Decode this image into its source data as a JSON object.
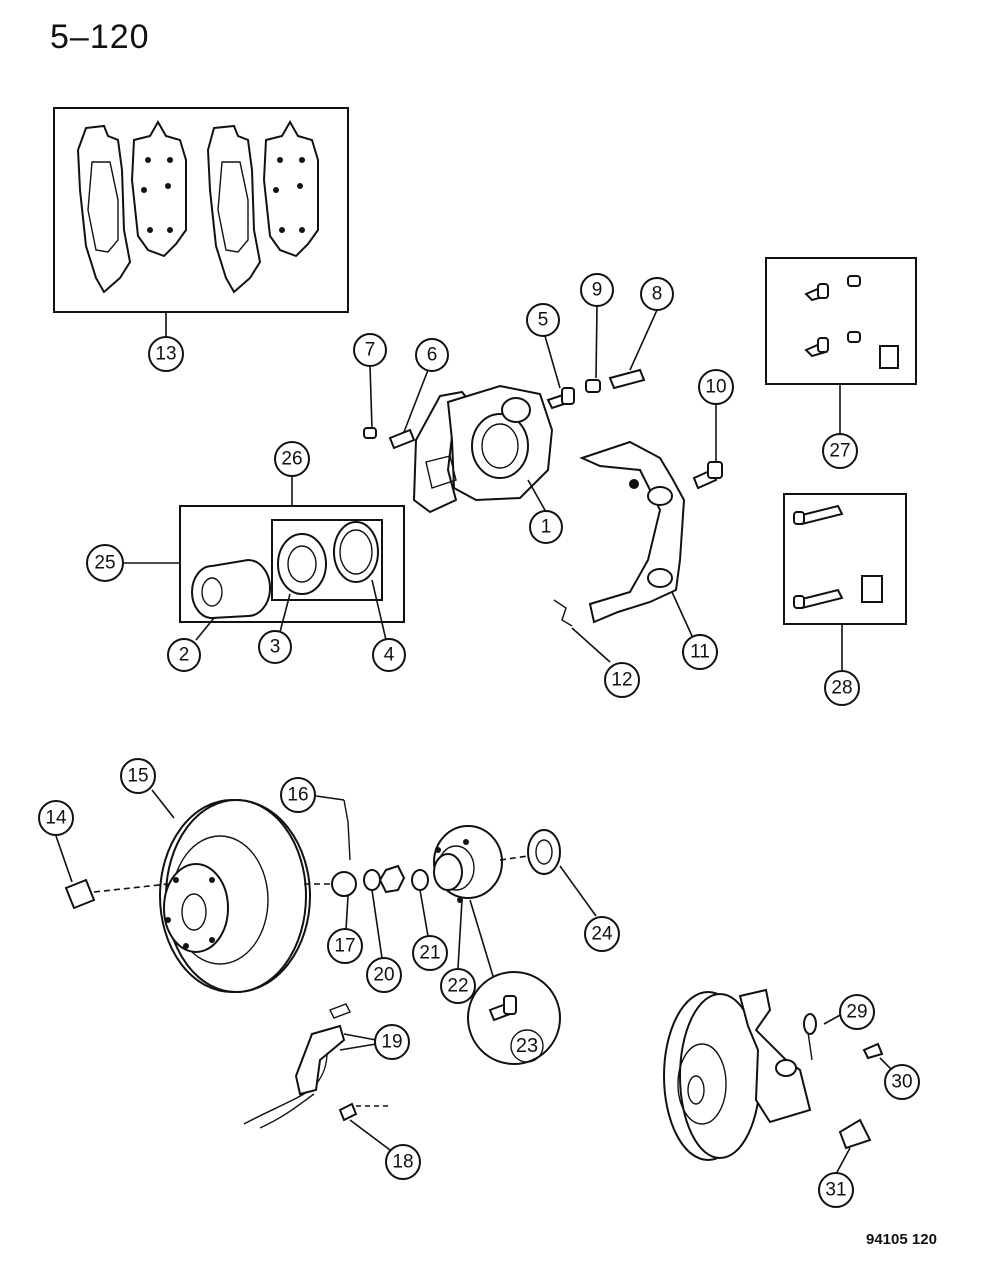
{
  "header": {
    "page_number": "5–120"
  },
  "footer": {
    "code": "94105  120"
  },
  "callouts": [
    {
      "id": "c1",
      "label": "1"
    },
    {
      "id": "c2",
      "label": "2"
    },
    {
      "id": "c3",
      "label": "3"
    },
    {
      "id": "c4",
      "label": "4"
    },
    {
      "id": "c5",
      "label": "5"
    },
    {
      "id": "c6",
      "label": "6"
    },
    {
      "id": "c7",
      "label": "7"
    },
    {
      "id": "c8",
      "label": "8"
    },
    {
      "id": "c9",
      "label": "9"
    },
    {
      "id": "c10",
      "label": "10"
    },
    {
      "id": "c11",
      "label": "11"
    },
    {
      "id": "c12",
      "label": "12"
    },
    {
      "id": "c13",
      "label": "13"
    },
    {
      "id": "c14",
      "label": "14"
    },
    {
      "id": "c15",
      "label": "15"
    },
    {
      "id": "c16",
      "label": "16"
    },
    {
      "id": "c17",
      "label": "17"
    },
    {
      "id": "c18",
      "label": "18"
    },
    {
      "id": "c19",
      "label": "19"
    },
    {
      "id": "c20",
      "label": "20"
    },
    {
      "id": "c21",
      "label": "21"
    },
    {
      "id": "c22",
      "label": "22"
    },
    {
      "id": "c23",
      "label": "23"
    },
    {
      "id": "c24",
      "label": "24"
    },
    {
      "id": "c25",
      "label": "25"
    },
    {
      "id": "c26",
      "label": "26"
    },
    {
      "id": "c27",
      "label": "27"
    },
    {
      "id": "c28",
      "label": "28"
    },
    {
      "id": "c29",
      "label": "29"
    },
    {
      "id": "c30",
      "label": "30"
    },
    {
      "id": "c31",
      "label": "31"
    }
  ]
}
